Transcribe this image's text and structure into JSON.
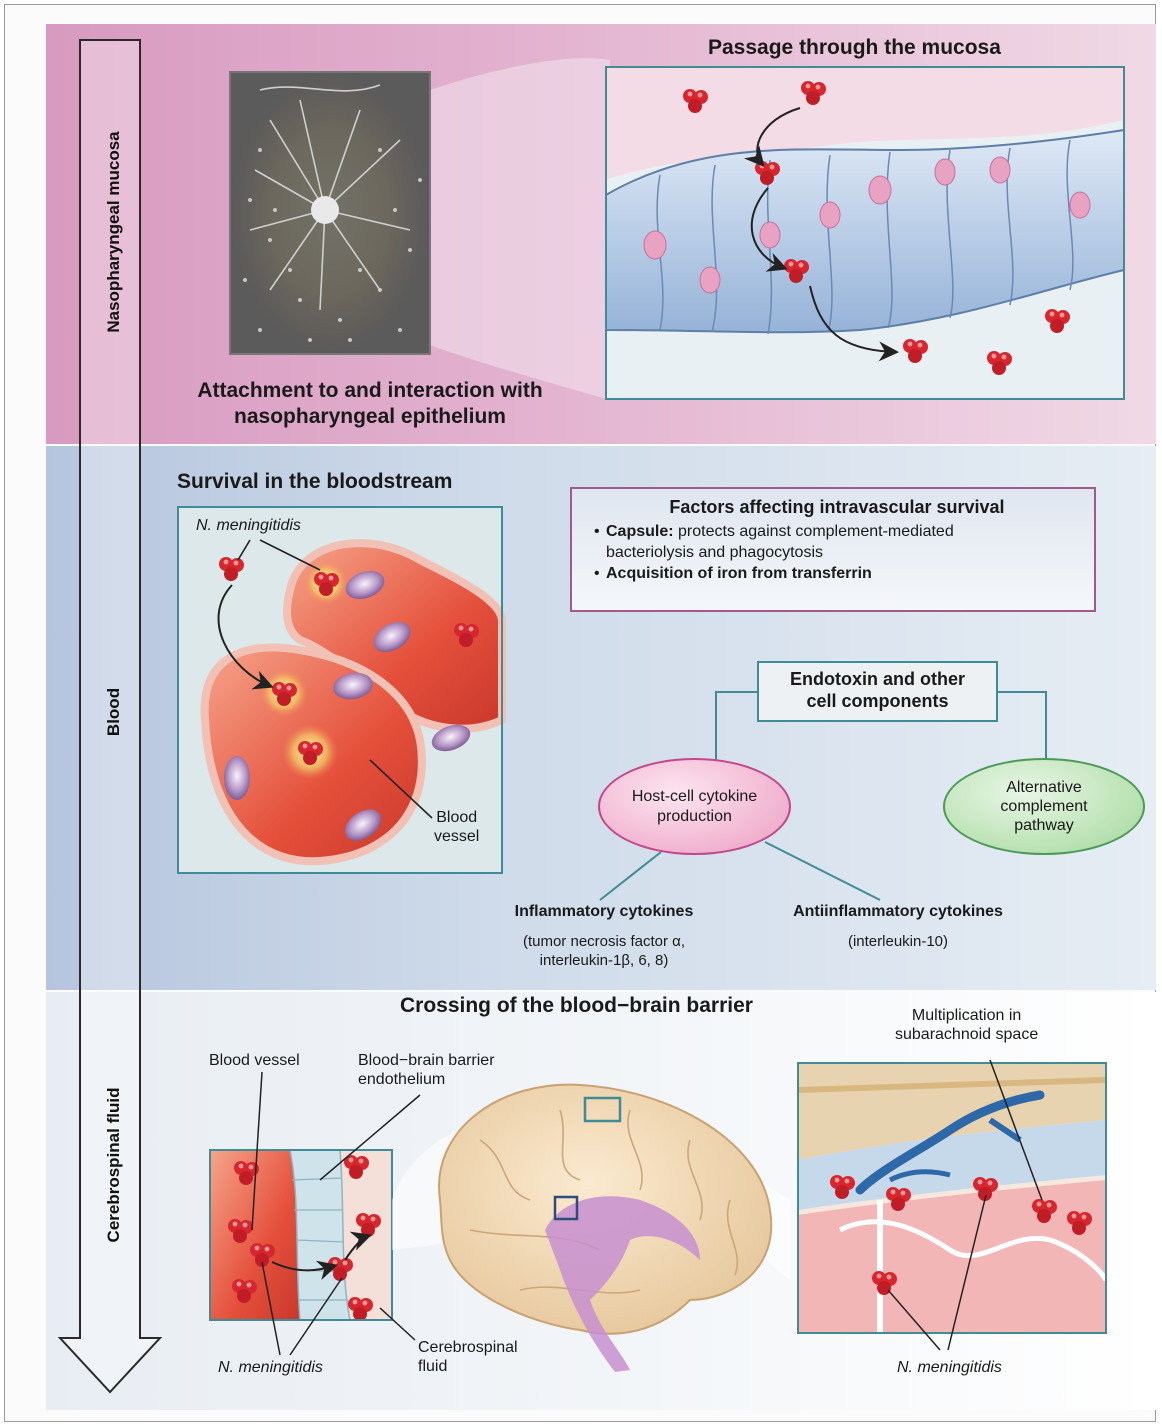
{
  "sections": {
    "naso_label": "Nasopharyngeal mucosa",
    "blood_label": "Blood",
    "csf_label": "Cerebrospinal fluid"
  },
  "naso": {
    "passage_title": "Passage through the mucosa",
    "attach_caption_line1": "Attachment to and interaction with",
    "attach_caption_line2": "nasopharyngeal epithelium"
  },
  "blood": {
    "survival_title": "Survival in the bloodstream",
    "n_meningitidis": "N. meningitidis",
    "blood_vessel_line1": "Blood",
    "blood_vessel_line2": "vessel",
    "factors": {
      "title": "Factors affecting intravascular survival",
      "item1_bold": "Capsule:",
      "item1_rest": " protects against complement-mediated",
      "item1_rest2": "bacteriolysis and phagocytosis",
      "item2": "Acquisition of iron from transferrin"
    },
    "endotoxin_line1": "Endotoxin and other",
    "endotoxin_line2": "cell components",
    "host_cytokine_line1": "Host-cell cytokine",
    "host_cytokine_line2": "production",
    "alt_complement_line1": "Alternative",
    "alt_complement_line2": "complement",
    "alt_complement_line3": "pathway",
    "inflammatory_title": "Inflammatory cytokines",
    "inflammatory_sub1": "(tumor necrosis factor α,",
    "inflammatory_sub2": "interleukin-1β, 6, 8)",
    "anti_title": "Antiinflammatory cytokines",
    "anti_sub": "(interleukin-10)"
  },
  "csf": {
    "crossing_title": "Crossing of the blood−brain barrier",
    "blood_vessel": "Blood vessel",
    "bbb_line1": "Blood−brain barrier",
    "bbb_line2": "endothelium",
    "n_meningitidis_left": "N. meningitidis",
    "csf_line1": "Cerebrospinal",
    "csf_line2": "fluid",
    "multiplication_line1": "Multiplication in",
    "multiplication_line2": "subarachnoid space",
    "n_meningitidis_right": "N. meningitidis"
  },
  "colors": {
    "panel_border": "#3f8c96",
    "factors_border": "#a25a8c",
    "bacterium": "#d8262f"
  }
}
